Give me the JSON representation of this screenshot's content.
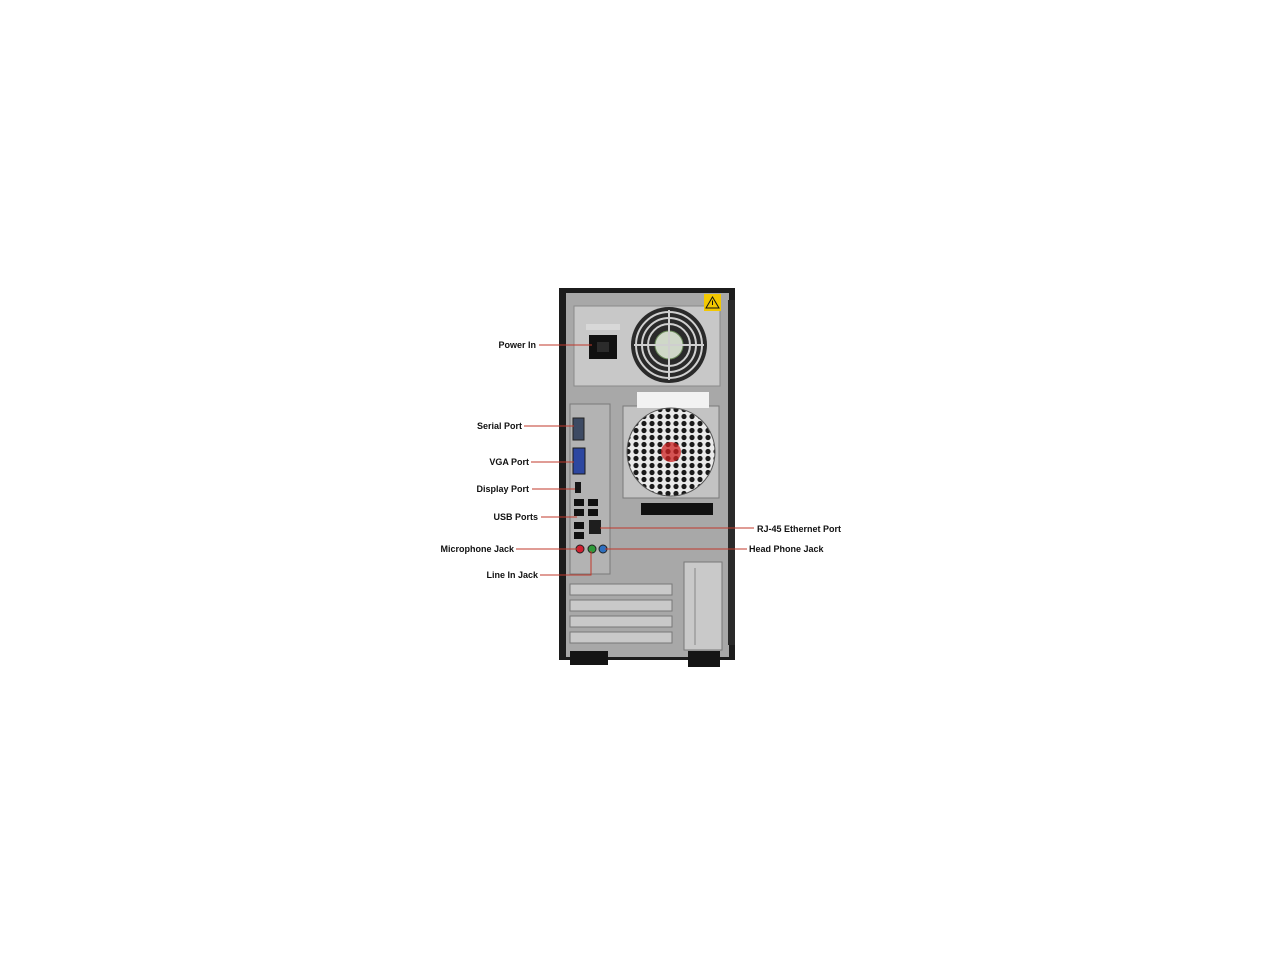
{
  "labels": {
    "power_in": "Power In",
    "serial_port": "Serial Port",
    "vga_port": "VGA Port",
    "display_port": "Display Port",
    "usb_ports": "USB Ports",
    "microphone_jack": "Microphone Jack",
    "line_in_jack": "Line In Jack",
    "rj45_ethernet_port": "RJ-45 Ethernet Port",
    "head_phone_jack": "Head Phone Jack"
  },
  "colors": {
    "leader_line": "#c0392b",
    "case_frame": "#1a1a1a",
    "panel": "#a9a9a9",
    "mic_jack": "#d02030",
    "line_in_jack": "#2f9a3a",
    "headphone_jack": "#2e6fbf",
    "warning": "#f3c800"
  }
}
